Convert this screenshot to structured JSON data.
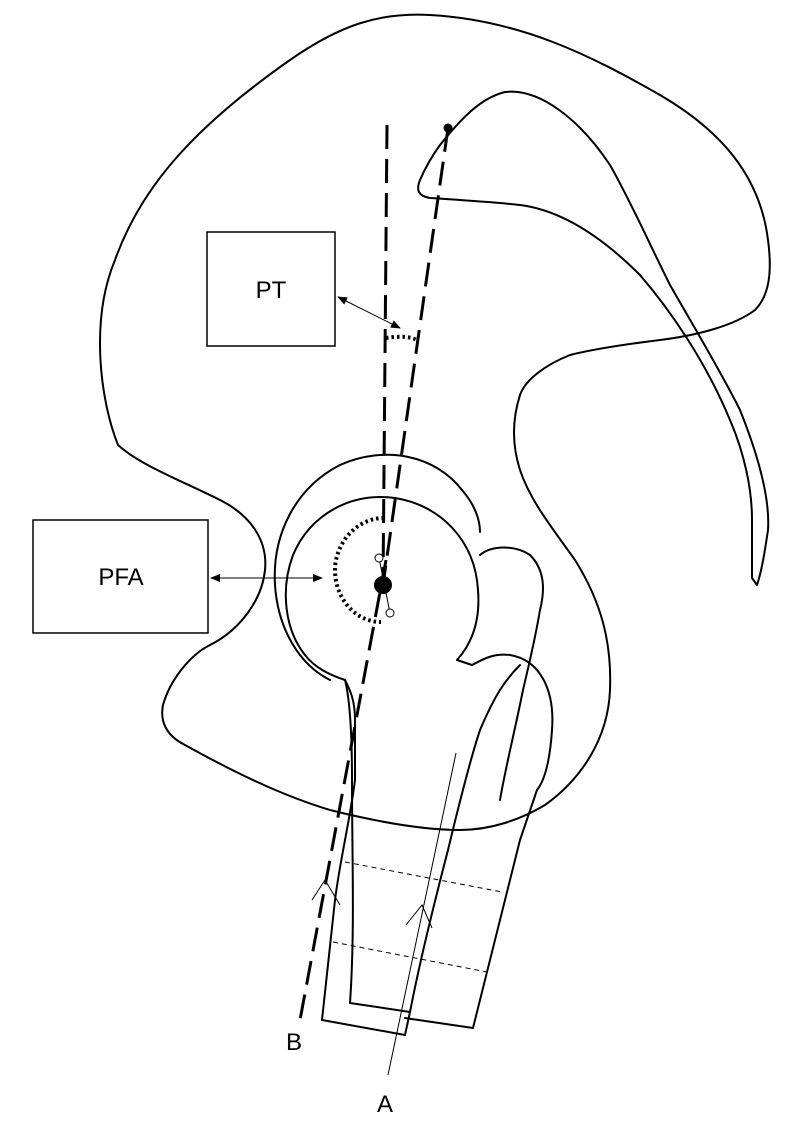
{
  "boxes": {
    "pt": "PT",
    "pfa": "PFA"
  },
  "axes": {
    "a": "A",
    "b": "B"
  }
}
